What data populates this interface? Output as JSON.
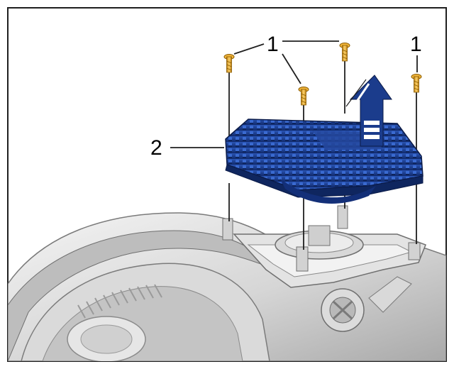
{
  "figure": {
    "callouts": [
      {
        "id": "screws",
        "text": "1"
      },
      {
        "id": "screws-right",
        "text": "1"
      },
      {
        "id": "control-unit",
        "text": "2"
      }
    ],
    "parts": [
      {
        "callout": "1",
        "name": "screw-icon",
        "count": 4
      },
      {
        "callout": "2",
        "name": "led-control-module-icon"
      }
    ],
    "direction": "up-arrow-icon",
    "colors": {
      "frame": "#1f1f1f",
      "module": "#1b3c8c",
      "module_dark": "#0f265f",
      "screw": "#e0a11f",
      "housing_light": "#e9e9e9",
      "housing_mid": "#c9c9c9",
      "housing_dark": "#8f8f8f"
    }
  }
}
